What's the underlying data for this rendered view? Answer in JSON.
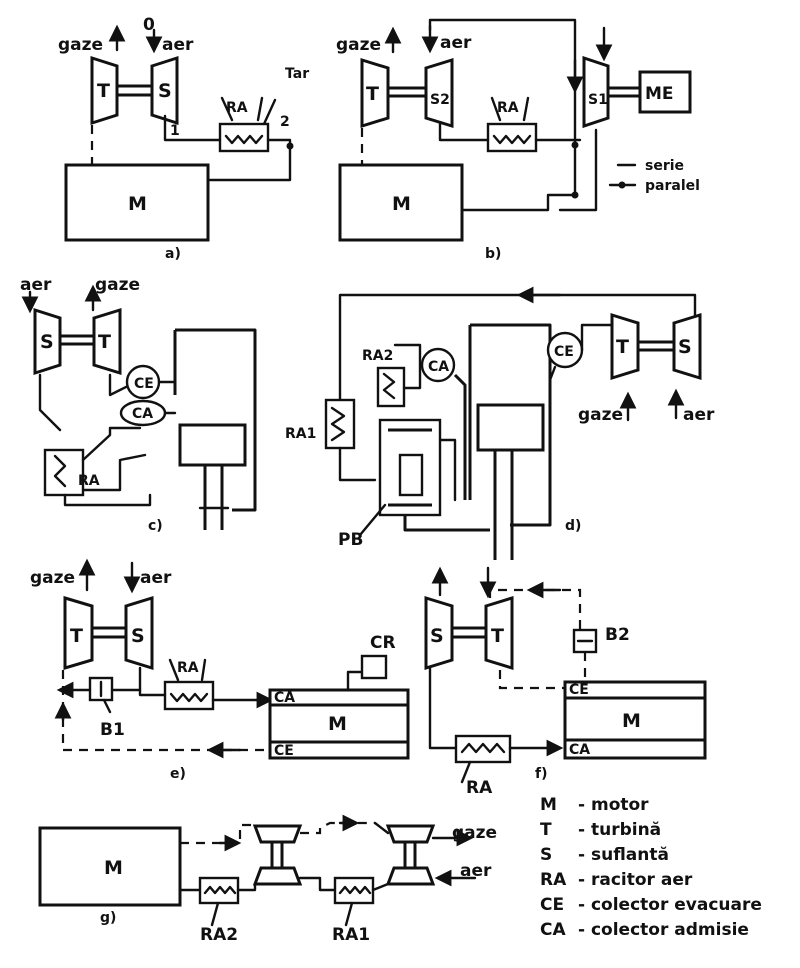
{
  "labels": {
    "gaze": "gaze",
    "aer": "aer",
    "zero": "0",
    "T": "T",
    "S": "S",
    "M": "M",
    "RA": "RA",
    "RA1": "RA1",
    "RA2": "RA2",
    "Tar": "Tar",
    "one": "1",
    "two": "2",
    "S2": "S2",
    "S1": "S1",
    "ME": "ME",
    "CE": "CE",
    "CA": "CA",
    "CR": "CR",
    "PB": "PB",
    "B1": "B1",
    "B2": "B2"
  },
  "connection_legend": {
    "serie": "serie",
    "paralel": "paralel"
  },
  "panels": {
    "a": "a)",
    "b": "b)",
    "c": "c)",
    "d": "d)",
    "e": "e)",
    "f": "f)",
    "g": "g)"
  },
  "legend": [
    {
      "abbr": "M",
      "desc": "- motor"
    },
    {
      "abbr": "T",
      "desc": "- turbină"
    },
    {
      "abbr": "S",
      "desc": "- suflantă"
    },
    {
      "abbr": "RA",
      "desc": "- racitor aer"
    },
    {
      "abbr": "CE",
      "desc": "- colector evacuare"
    },
    {
      "abbr": "CA",
      "desc": "- colector admisie"
    }
  ]
}
